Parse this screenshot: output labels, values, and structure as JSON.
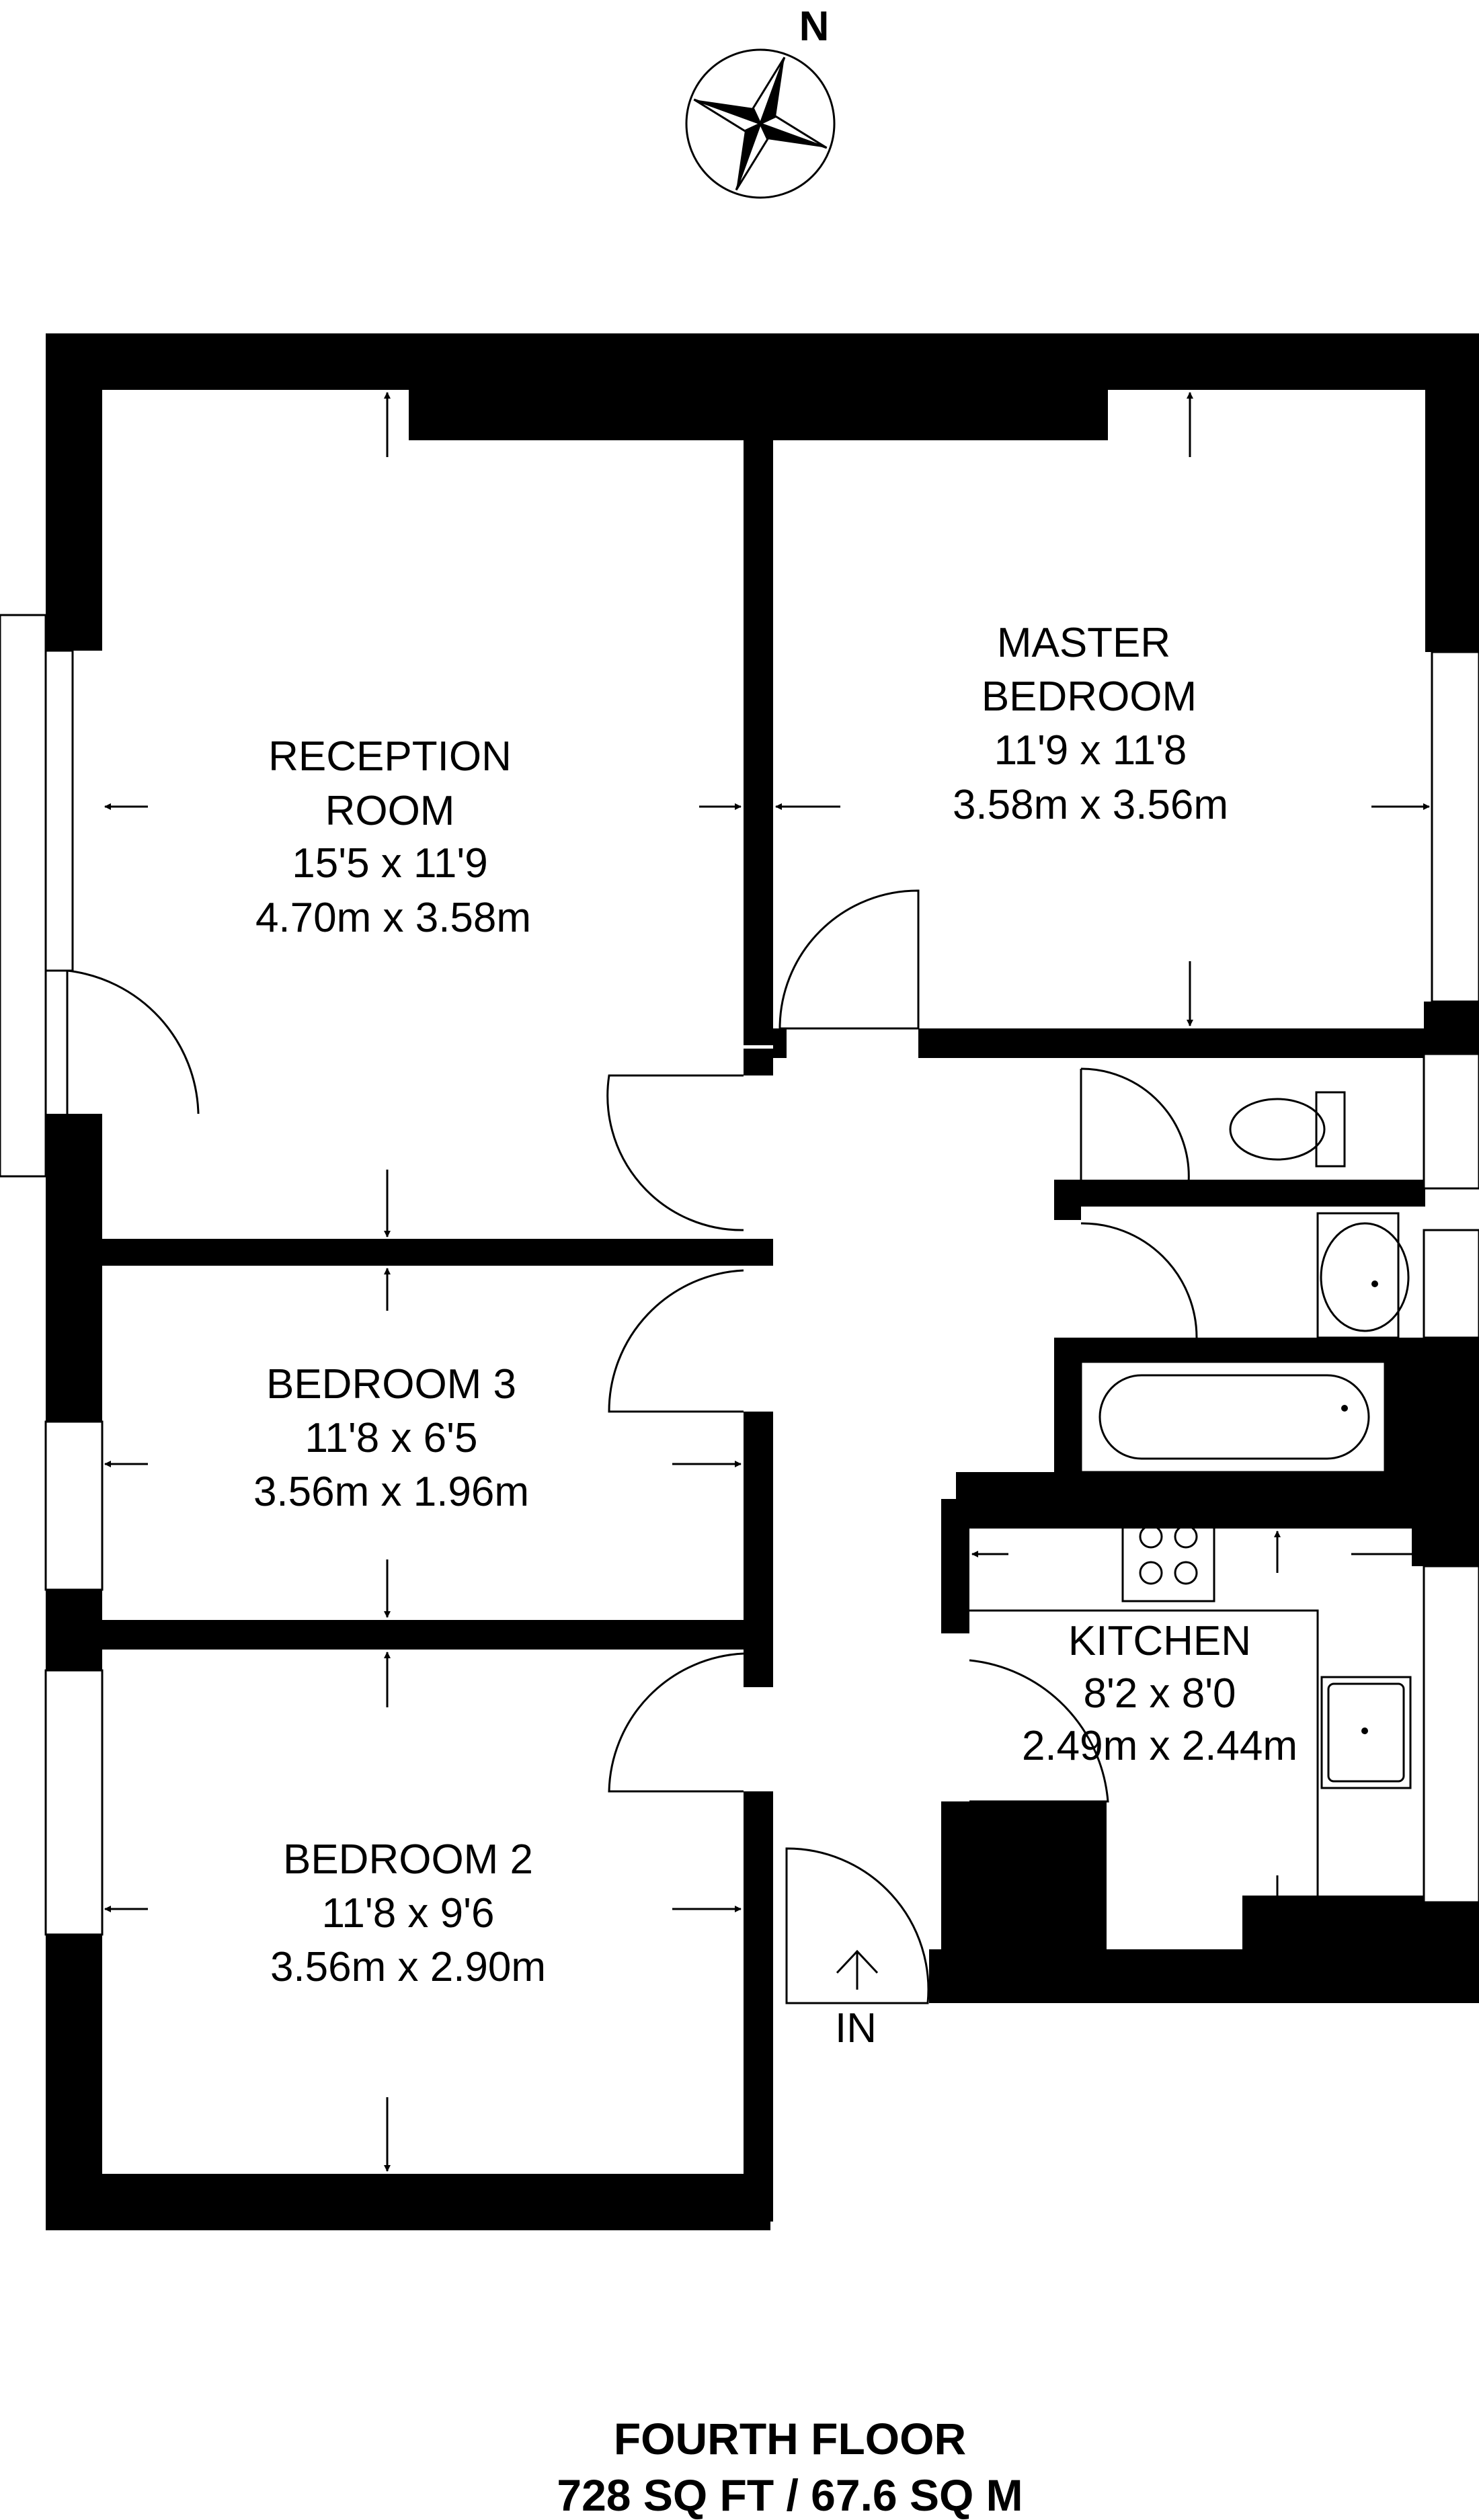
{
  "compass": {
    "north_label": "N",
    "icon": "compass-rose-icon"
  },
  "rooms": {
    "reception": {
      "name_line1": "RECEPTION",
      "name_line2": "ROOM",
      "imperial": "15'5 x 11'9",
      "metric": "4.70m x 3.58m"
    },
    "master": {
      "name_line1": "MASTER",
      "name_line2": "BEDROOM",
      "imperial": "11'9 x 11'8",
      "metric": "3.58m x 3.56m"
    },
    "bedroom3": {
      "name": "BEDROOM 3",
      "imperial": "11'8 x 6'5",
      "metric": "3.56m x 1.96m"
    },
    "bedroom2": {
      "name": "BEDROOM 2",
      "imperial": "11'8 x 9'6",
      "metric": "3.56m x 2.90m"
    },
    "kitchen": {
      "name": "KITCHEN",
      "imperial": "8'2 x 8'0",
      "metric": "2.49m x 2.44m"
    }
  },
  "entrance": {
    "label": "IN"
  },
  "footer": {
    "floor": "FOURTH FLOOR",
    "area": "728 SQ FT / 67.6 SQ M"
  }
}
